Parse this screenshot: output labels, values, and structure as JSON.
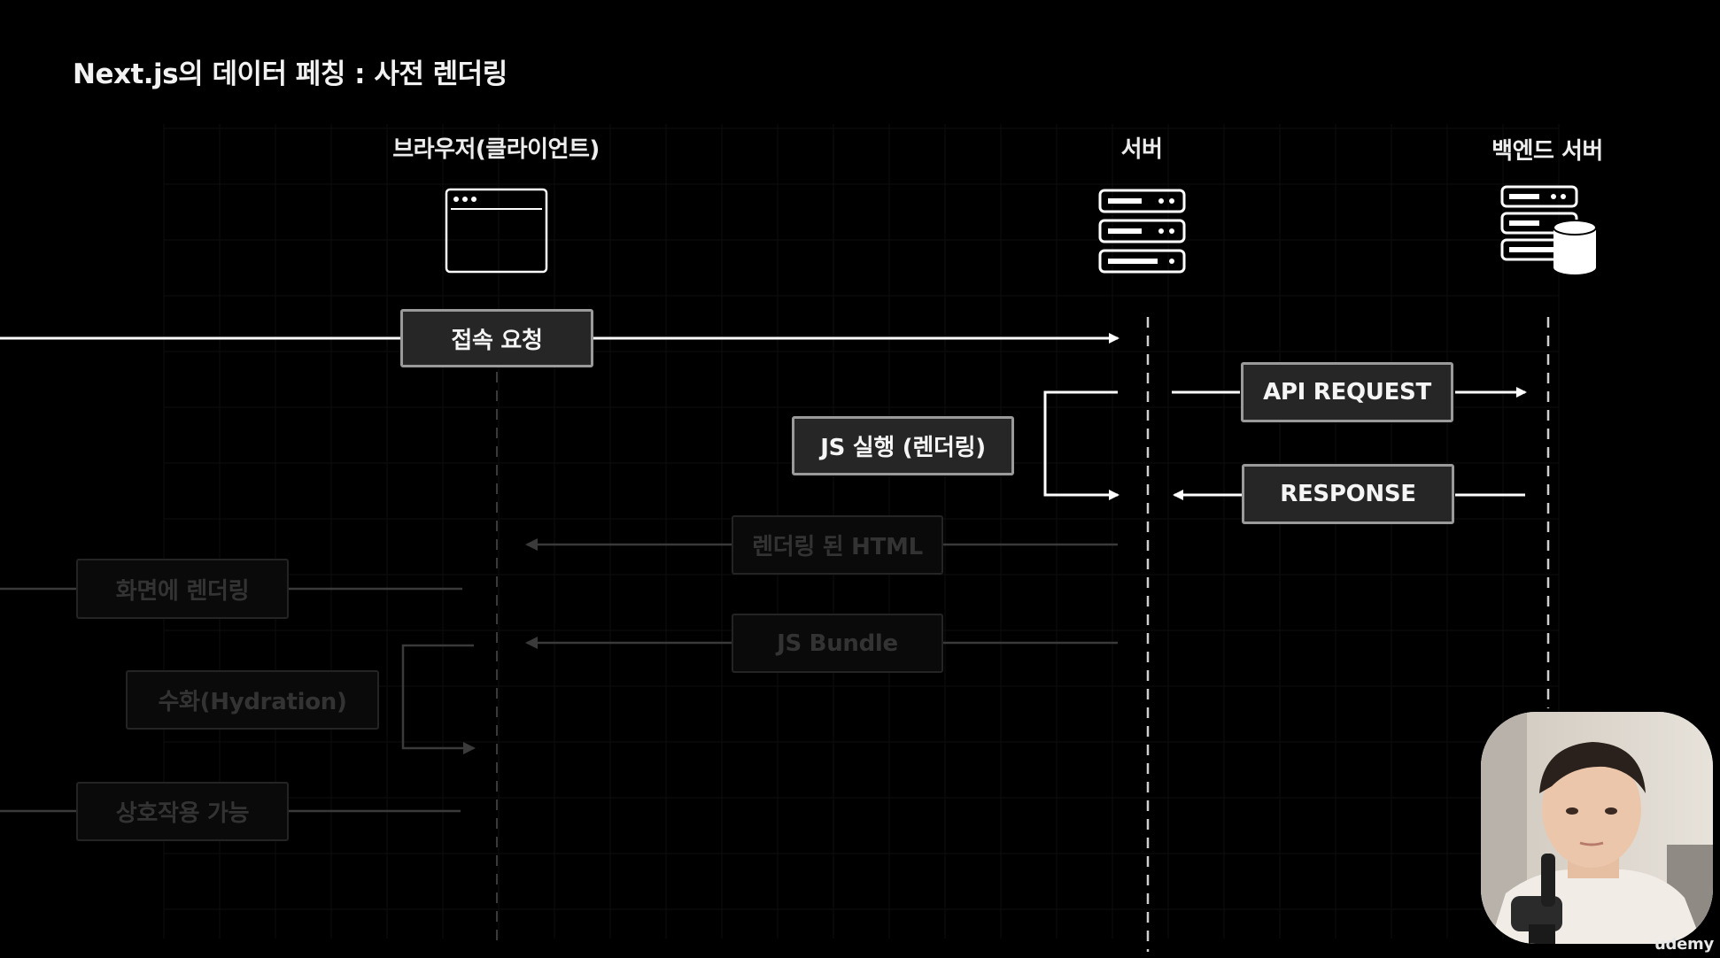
{
  "title": "Next.js의 데이터 페칭 : 사전 렌더링",
  "columns": {
    "browser": "브라우저(클라이언트)",
    "server": "서버",
    "backend": "백엔드 서버"
  },
  "steps": {
    "connect_request": "접속 요청",
    "js_execute": "JS 실행 (렌더링)",
    "api_request": "API REQUEST",
    "response": "RESPONSE",
    "rendered_html": "렌더링 된 HTML",
    "js_bundle": "JS Bundle",
    "render_screen": "화면에 렌더링",
    "hydration": "수화(Hydration)",
    "interactive": "상호작용 가능"
  },
  "icons": {
    "browser": "browser-window-icon",
    "server": "server-rack-icon",
    "backend": "server-database-icon"
  },
  "watermark": "udemy",
  "colors": {
    "background": "#000000",
    "active_line": "#ffffff",
    "faded": "#2a2a2a",
    "box_fill": "#262626"
  }
}
